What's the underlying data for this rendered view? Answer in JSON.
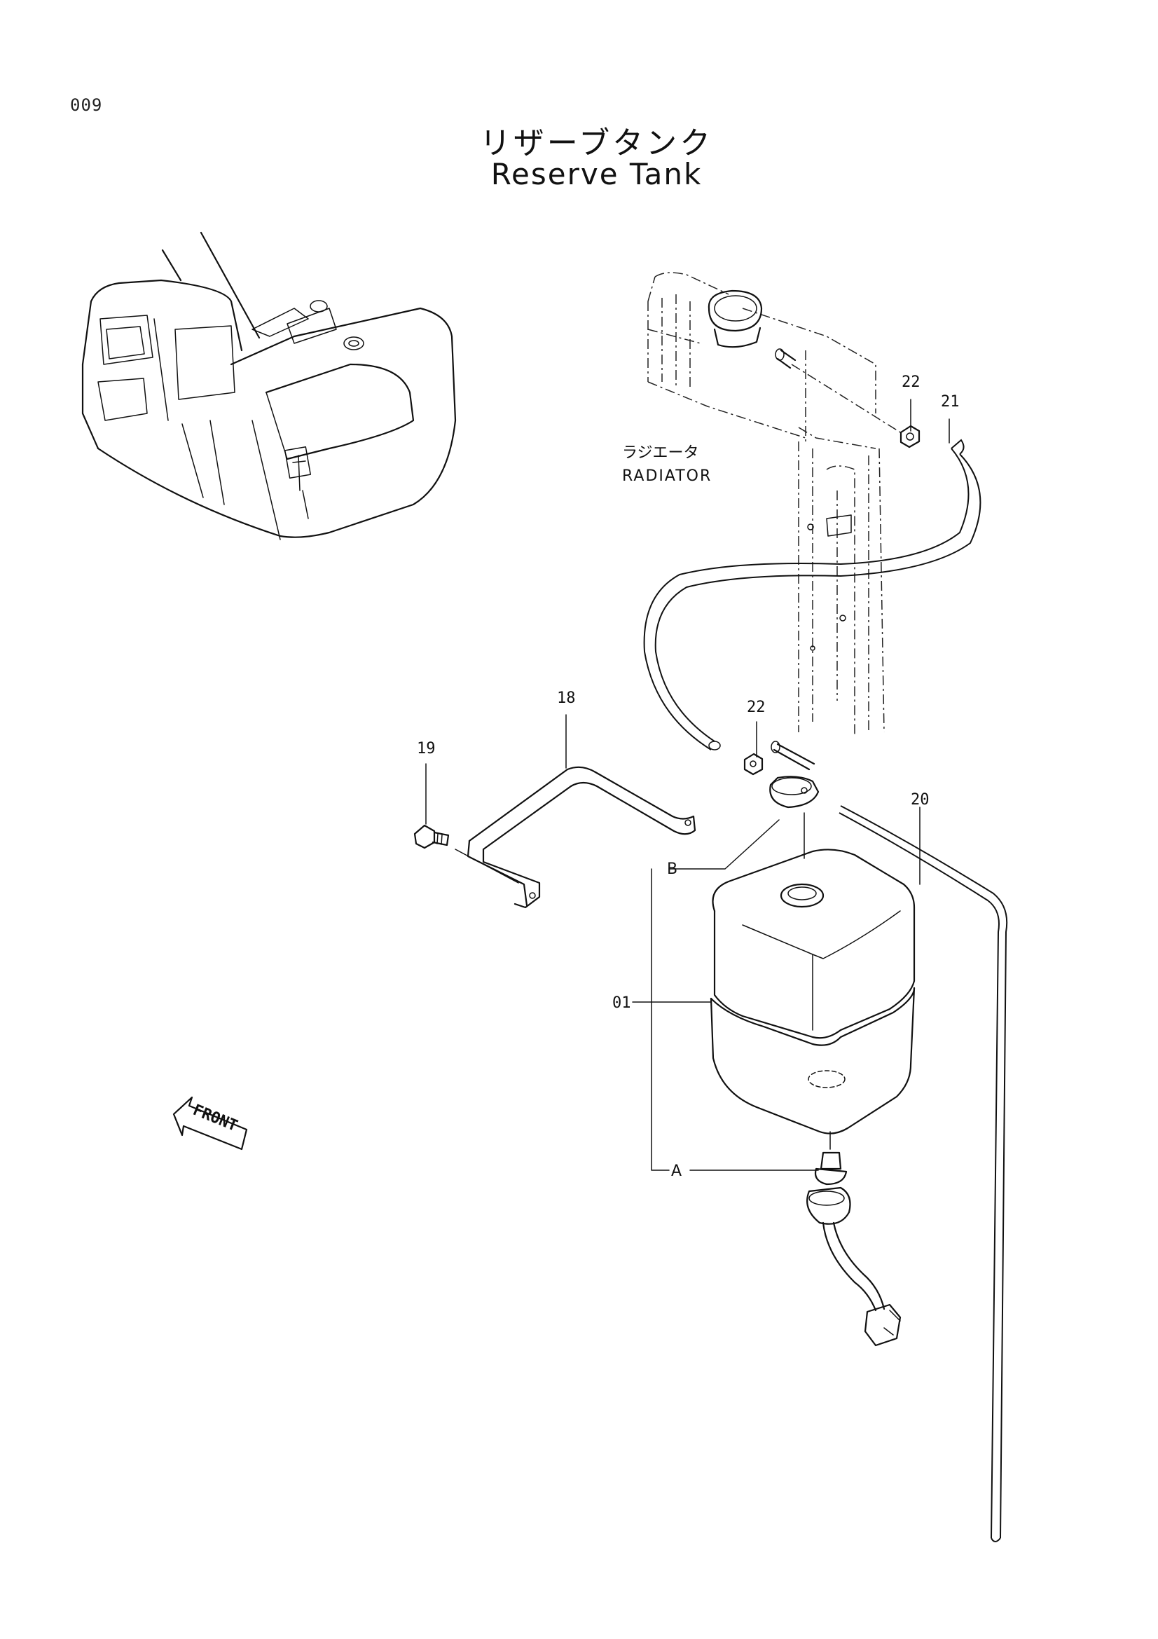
{
  "page_number": "009",
  "title_jp": "リザーブタンク",
  "title_en": "Reserve Tank",
  "callouts": {
    "p01": "01",
    "p18": "18",
    "p19": "19",
    "p20": "20",
    "p21": "21",
    "p22a": "22",
    "p22b": "22",
    "pA": "A",
    "pB": "B"
  },
  "radiator_label_jp": "ラジエータ",
  "radiator_label_en": "RADIATOR",
  "front_label": "FRONT"
}
